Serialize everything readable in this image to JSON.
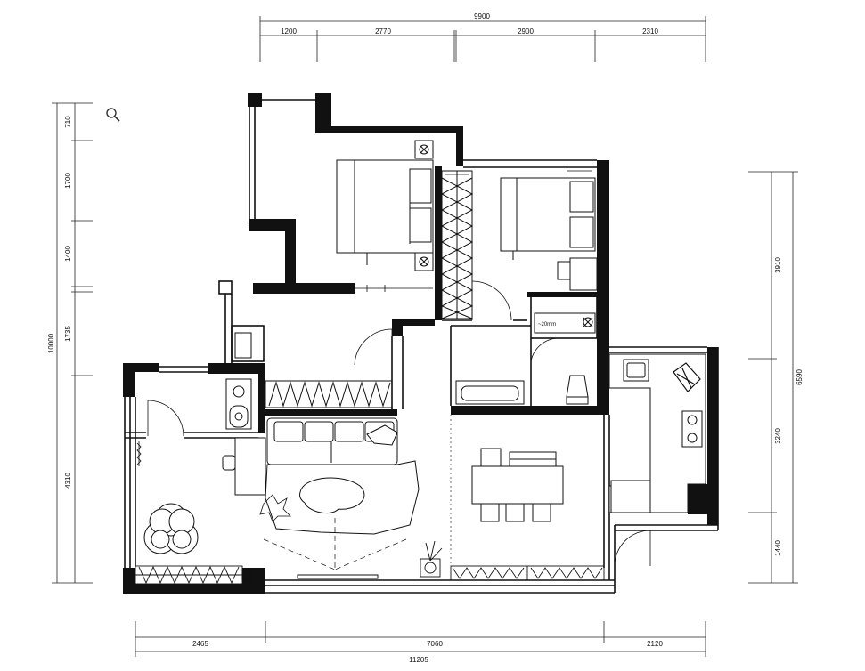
{
  "dimensions": {
    "top_total": "9900",
    "top_segments": [
      "1200",
      "2770",
      "2900",
      "2310"
    ],
    "left_total": "10000",
    "left_segments": [
      "710",
      "1700",
      "1400",
      "1735",
      "4310"
    ],
    "right_total": "6590",
    "right_segments": [
      "3910",
      "3240",
      "1440"
    ],
    "bottom_total": "11205",
    "bottom_segments": [
      "2465",
      "7060",
      "2120"
    ]
  },
  "labels": {
    "bath_fixture": "~20mm"
  },
  "icons": {
    "zoom": "magnifier-icon"
  },
  "colors": {
    "wall": "#111111",
    "line": "#222222"
  }
}
